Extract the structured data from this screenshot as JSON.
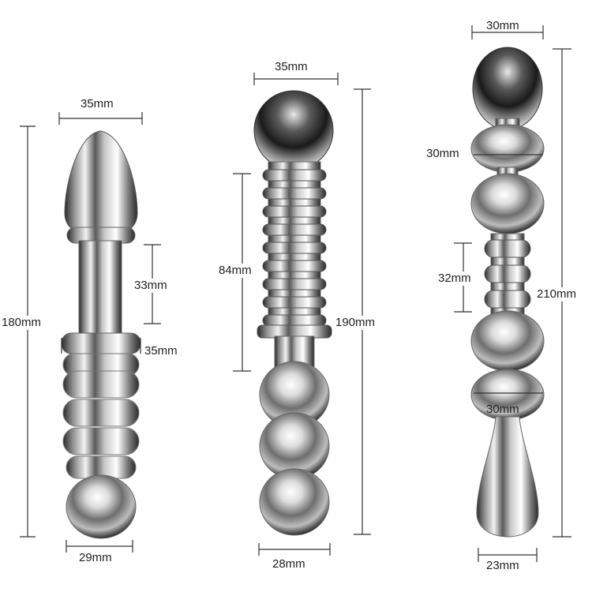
{
  "product_1": {
    "top_width": "35mm",
    "length": "180mm",
    "neck_length": "33mm",
    "collar_width": "35mm",
    "base_width": "29mm"
  },
  "product_2": {
    "top_width": "35mm",
    "ribbed_length": "84mm",
    "length": "190mm",
    "base_width": "28mm"
  },
  "product_3": {
    "top_width": "30mm",
    "bead_width": "30mm",
    "neck_length": "32mm",
    "length": "210mm",
    "lower_bead_width": "30mm",
    "base_width": "23mm"
  },
  "colors": {
    "metal_dark": "#1a1a1a",
    "metal_mid": "#9a9a9a",
    "metal_light": "#f4f4f4",
    "dimension_line": "#333333"
  }
}
